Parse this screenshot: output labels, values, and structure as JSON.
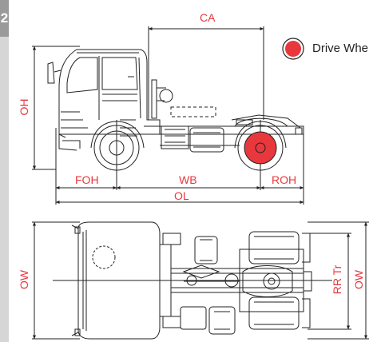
{
  "section_tab": {
    "number": "2"
  },
  "legend": {
    "label": "Drive Whe",
    "color": "#e8383d"
  },
  "dimensions": {
    "ca": "CA",
    "oh": "OH",
    "foh": "FOH",
    "wb": "WB",
    "roh": "ROH",
    "ol": "OL",
    "ow_left": "OW",
    "rr_tr": "RR Tr",
    "ow_right": "OW"
  },
  "colors": {
    "dimension": "#e8383d",
    "drawing": "#222222",
    "tab": "#d6d6d6"
  }
}
